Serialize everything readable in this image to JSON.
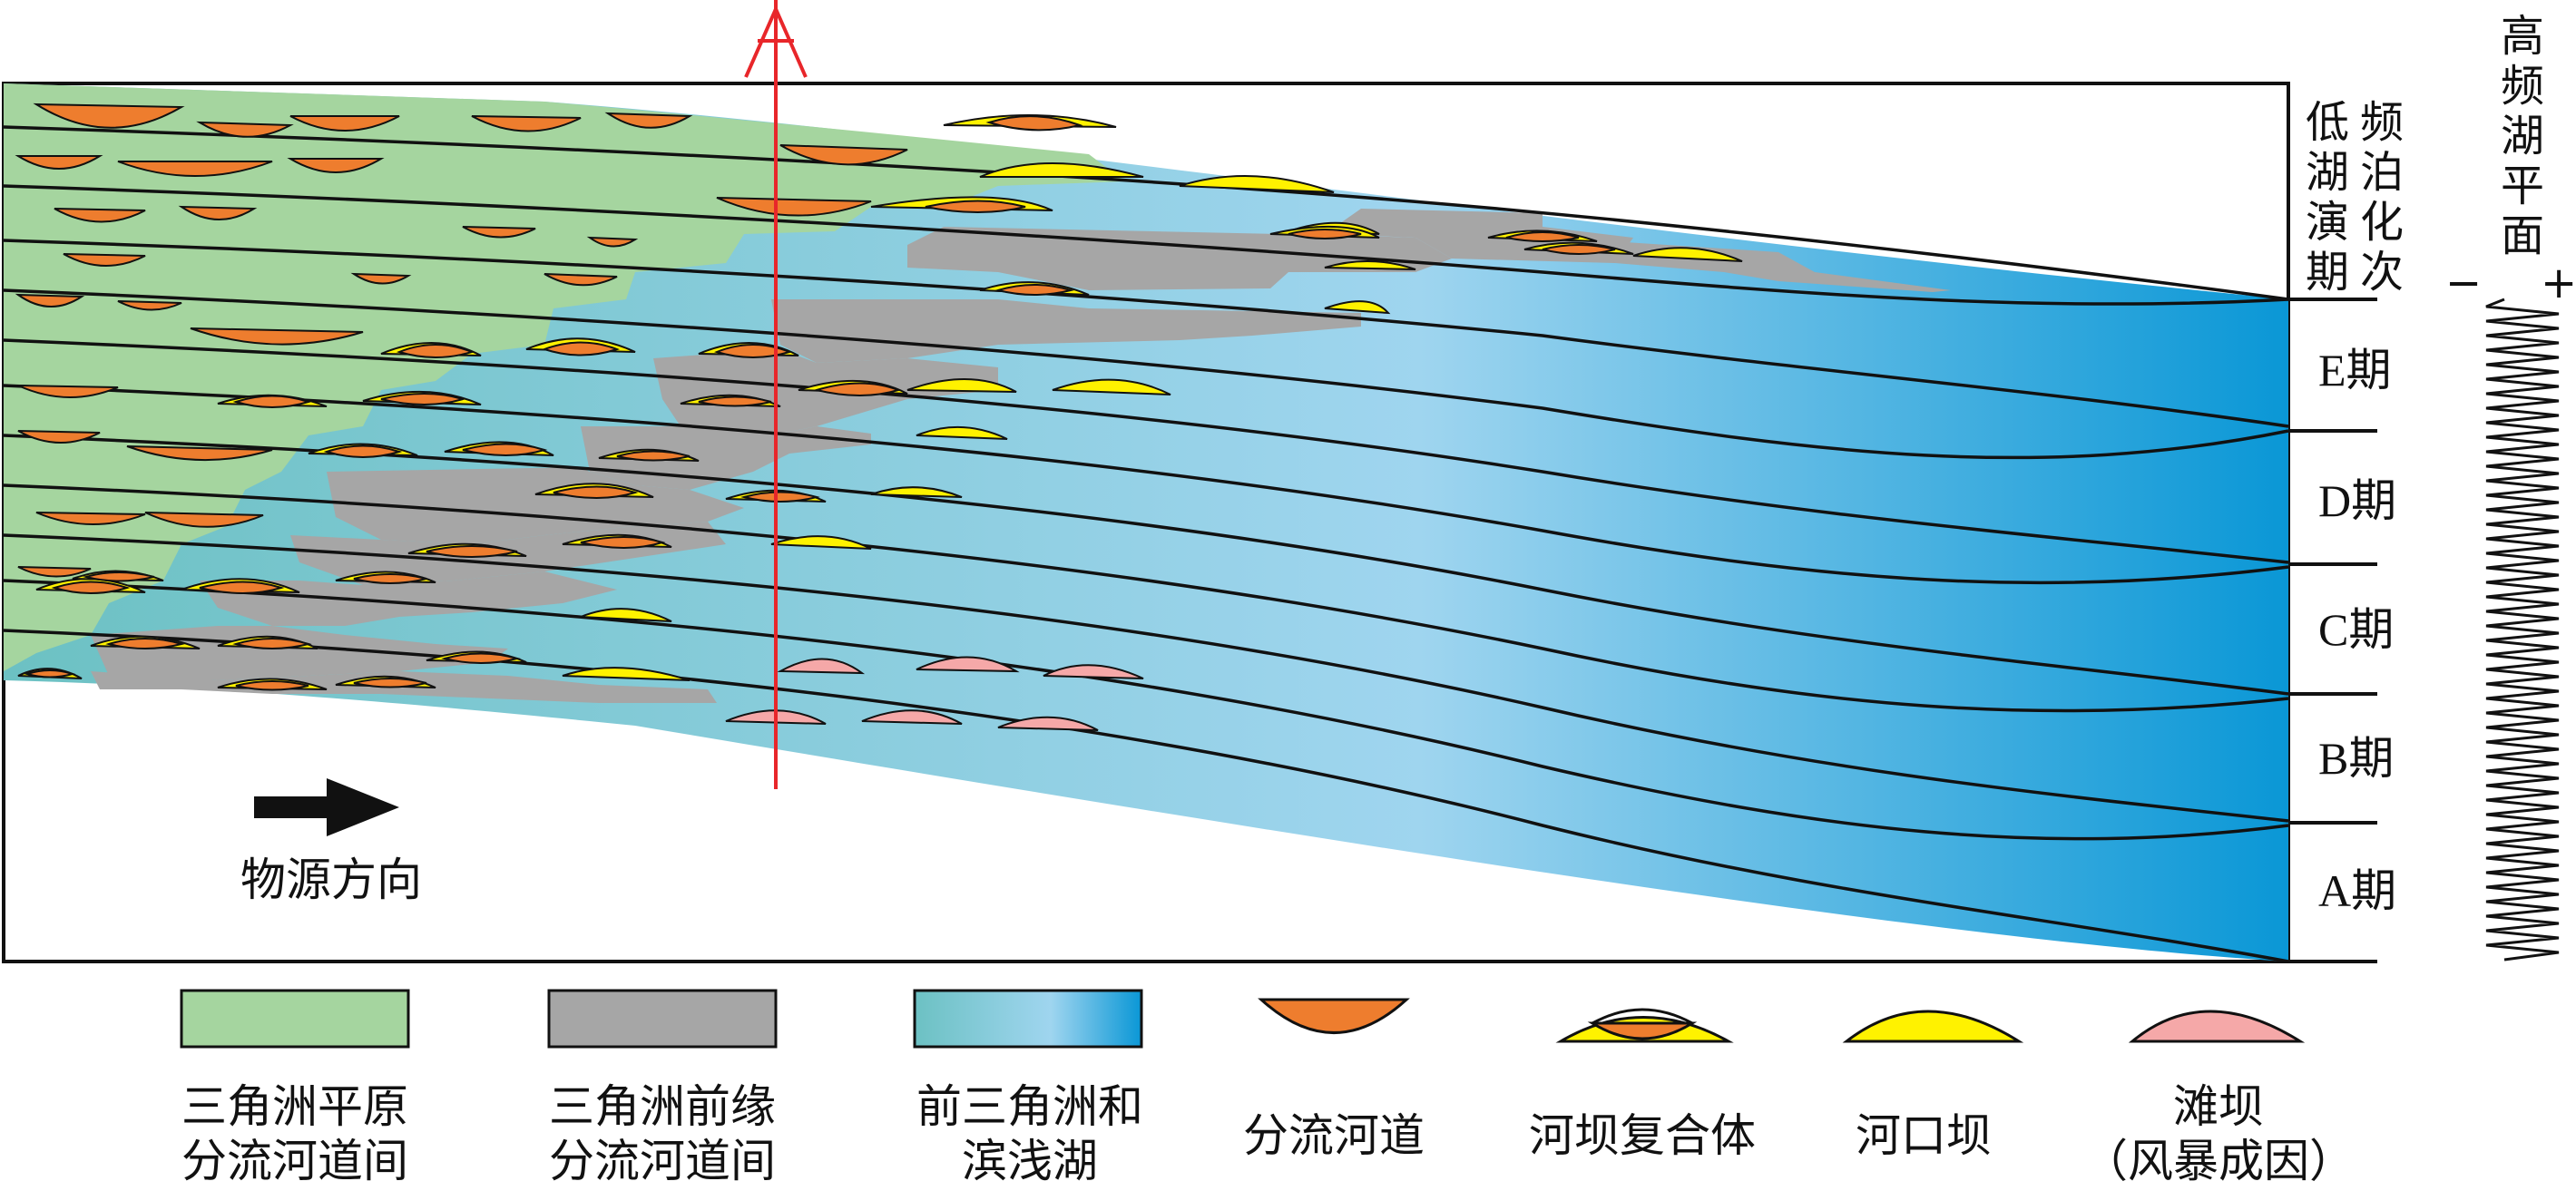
{
  "section_marker": "A",
  "source_direction": "物源方向",
  "headers": {
    "low_freq": [
      "低",
      "湖",
      "演",
      "期",
      "频",
      "泊",
      "化",
      "次"
    ],
    "high_freq": [
      "高",
      "频",
      "湖",
      "平",
      "面"
    ],
    "minus": "−",
    "plus": "+"
  },
  "periods": [
    "E期",
    "D期",
    "C期",
    "B期",
    "A期"
  ],
  "legend": [
    {
      "line1": "三角洲平原",
      "line2": "分流河道间"
    },
    {
      "line1": "三角洲前缘",
      "line2": "分流河道间"
    },
    {
      "line1": "前三角洲和",
      "line2": "滨浅湖"
    },
    {
      "line1": "分流河道",
      "line2": ""
    },
    {
      "line1": "河坝复合体",
      "line2": ""
    },
    {
      "line1": "河口坝",
      "line2": ""
    },
    {
      "line1": "滩坝",
      "line2": "（风暴成因）"
    }
  ],
  "colors": {
    "plain": "#a5d59f",
    "front": "#a6a6a6",
    "prodelta_start": "#6cc1c3",
    "prodelta_mid": "#9fd5ef",
    "prodelta_end": "#0a97d6",
    "channel": "#ee7d2e",
    "mouth_bar": "#fff200",
    "beach_bar": "#f5a8a8",
    "section_line": "#e8262a"
  }
}
